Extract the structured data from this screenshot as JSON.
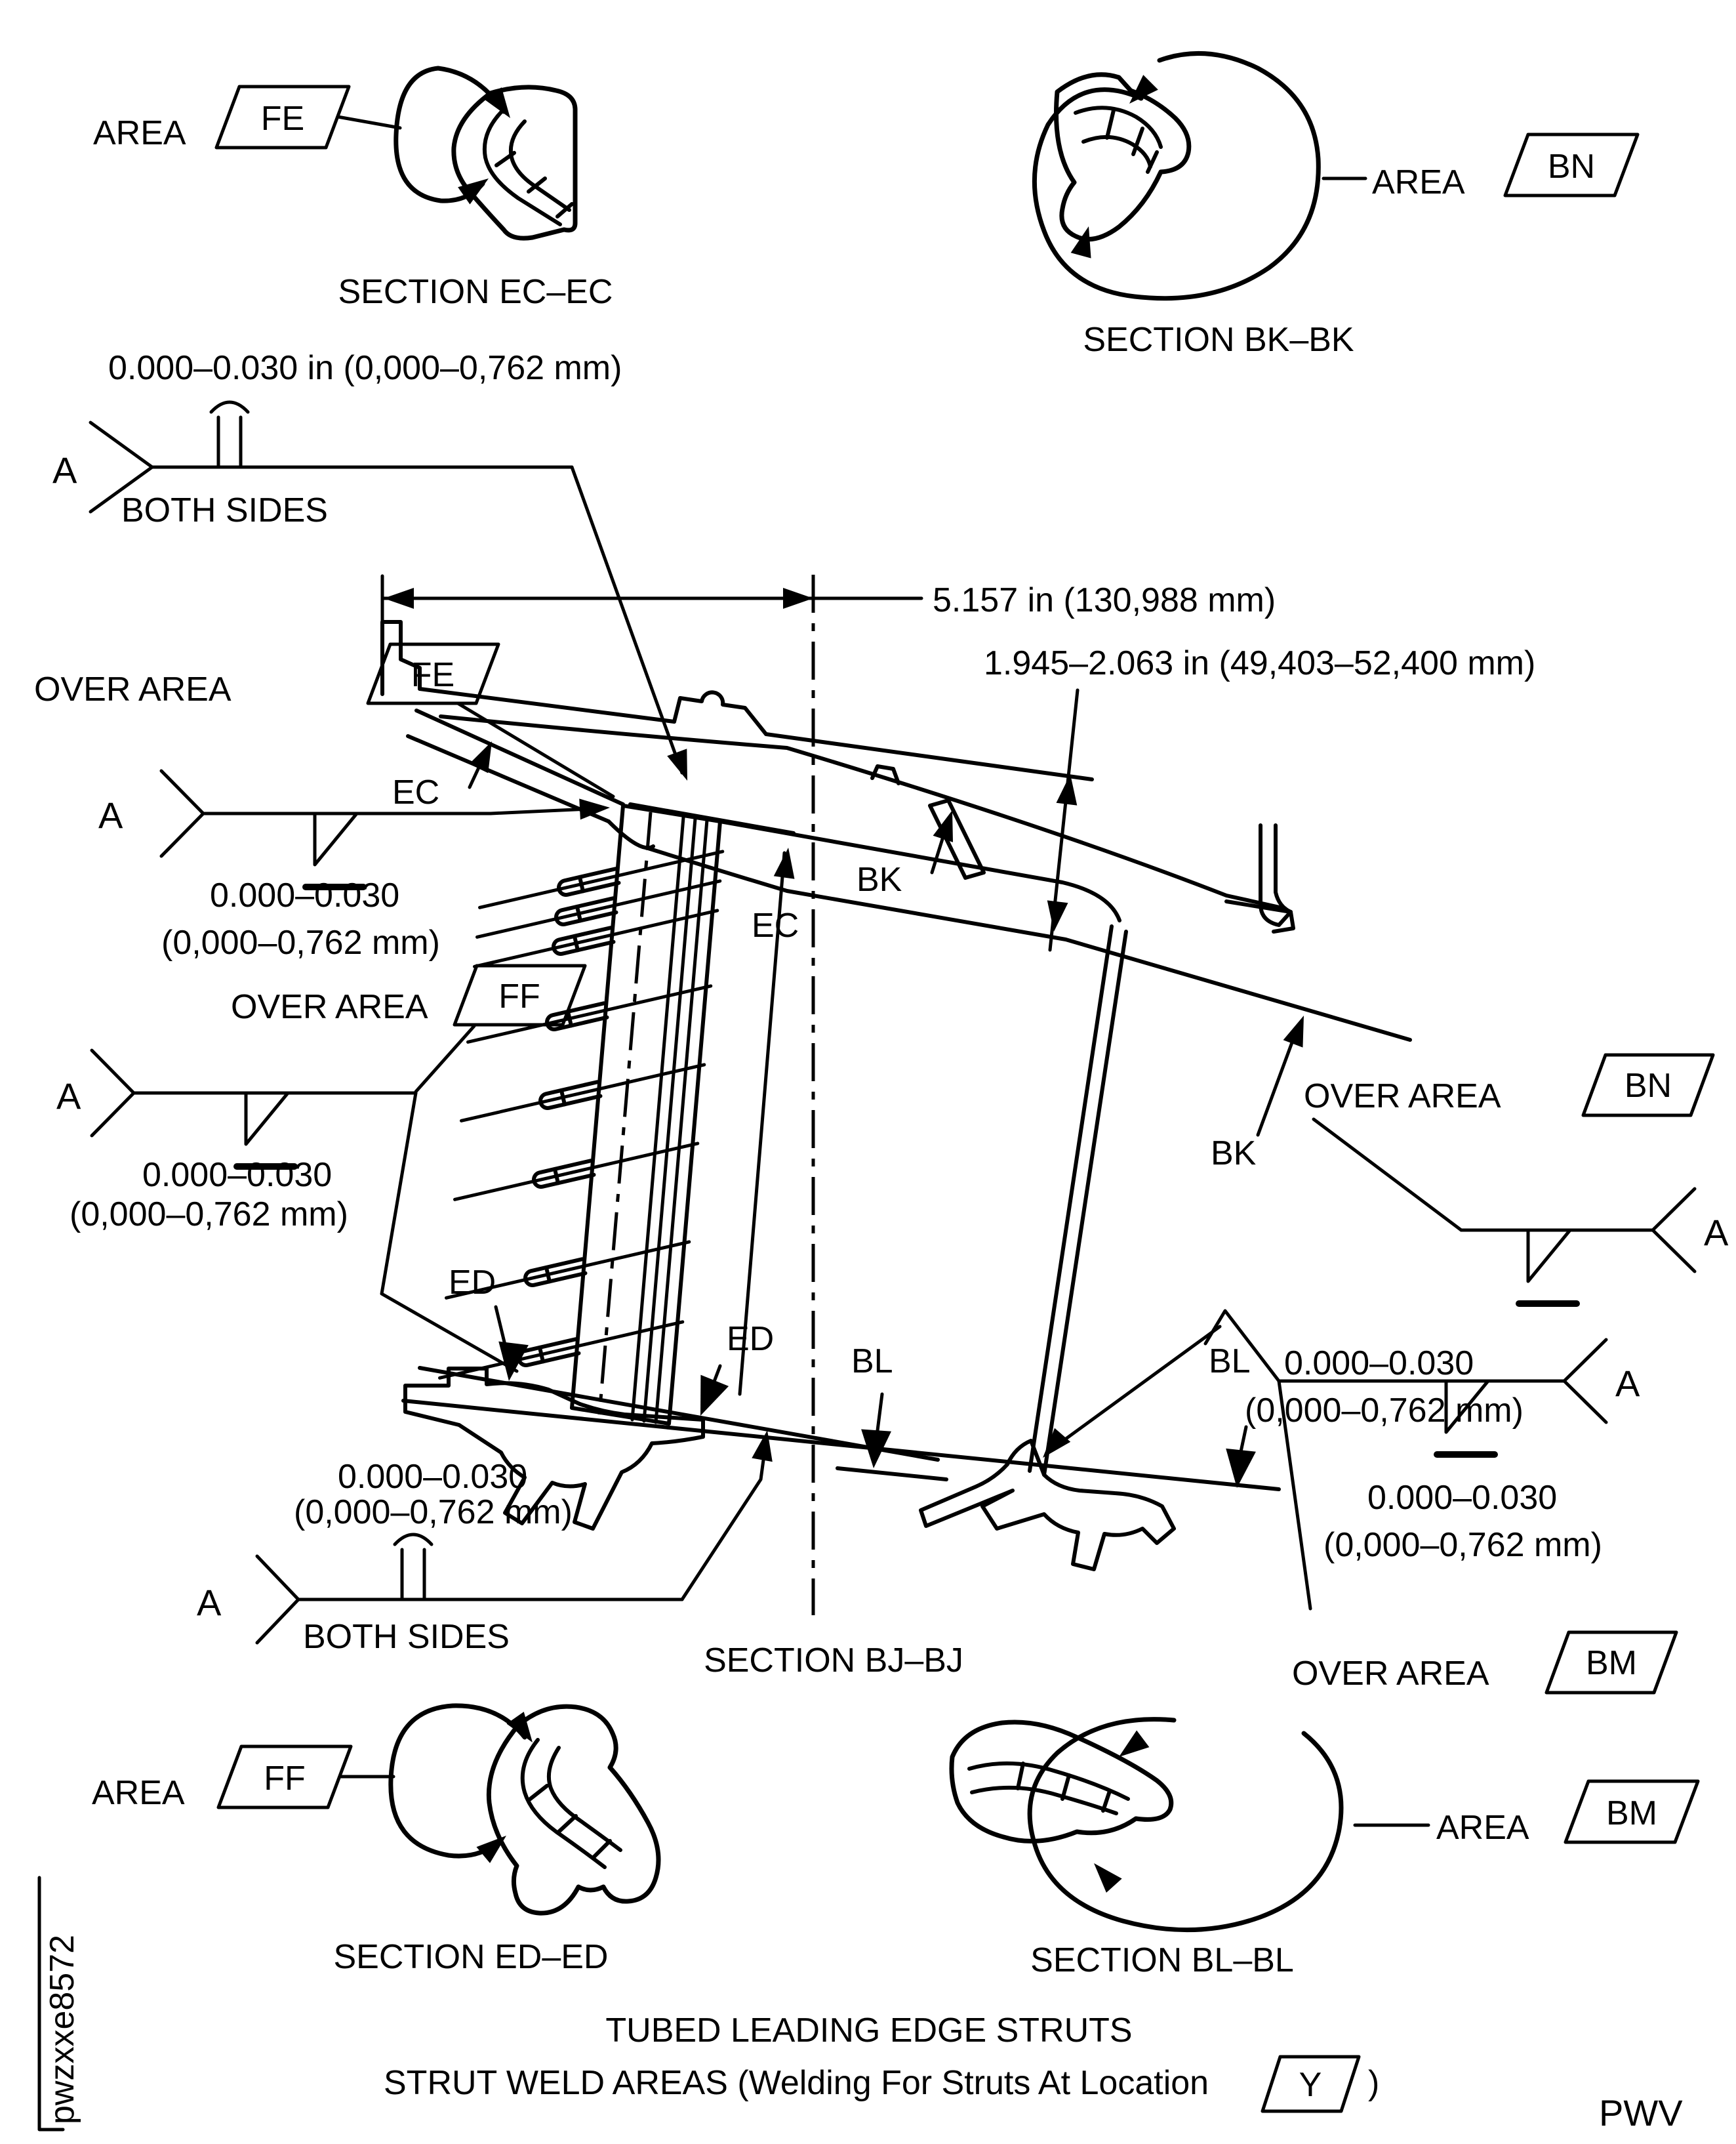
{
  "title": {
    "line1": "TUBED LEADING EDGE STRUTS",
    "line2_pre": "STRUT WELD AREAS (Welding For Struts At Location",
    "line2_post": ")",
    "location_flag": "Y"
  },
  "footer": {
    "doc_code": "pwzxxe8572",
    "page_code": "PWV"
  },
  "labels": {
    "area": "AREA",
    "over_area": "OVER AREA",
    "both_sides": "BOTH SIDES",
    "weld_tail": "A"
  },
  "flags": {
    "fe": "FE",
    "ff": "FF",
    "bn": "BN",
    "bm": "BM"
  },
  "sections": {
    "ec_ec": "SECTION EC–EC",
    "bk_bk": "SECTION BK–BK",
    "bj_bj": "SECTION BJ–BJ",
    "ed_ed": "SECTION ED–ED",
    "bl_bl": "SECTION BL–BL"
  },
  "dimensions": {
    "width": "5.157 in (130,988 mm)",
    "depth": "1.945–2.063 in (49,403–52,400 mm)",
    "weld_range_full": "0.000–0.030 in (0,000–0,762 mm)",
    "weld_range": "0.000–0.030",
    "weld_range_mm": "(0,000–0,762 mm)"
  },
  "view_labels": {
    "ec": "EC",
    "ed": "ED",
    "bk": "BK",
    "bl": "BL"
  },
  "colors": {
    "ink": "#000000",
    "paper": "#ffffff"
  }
}
